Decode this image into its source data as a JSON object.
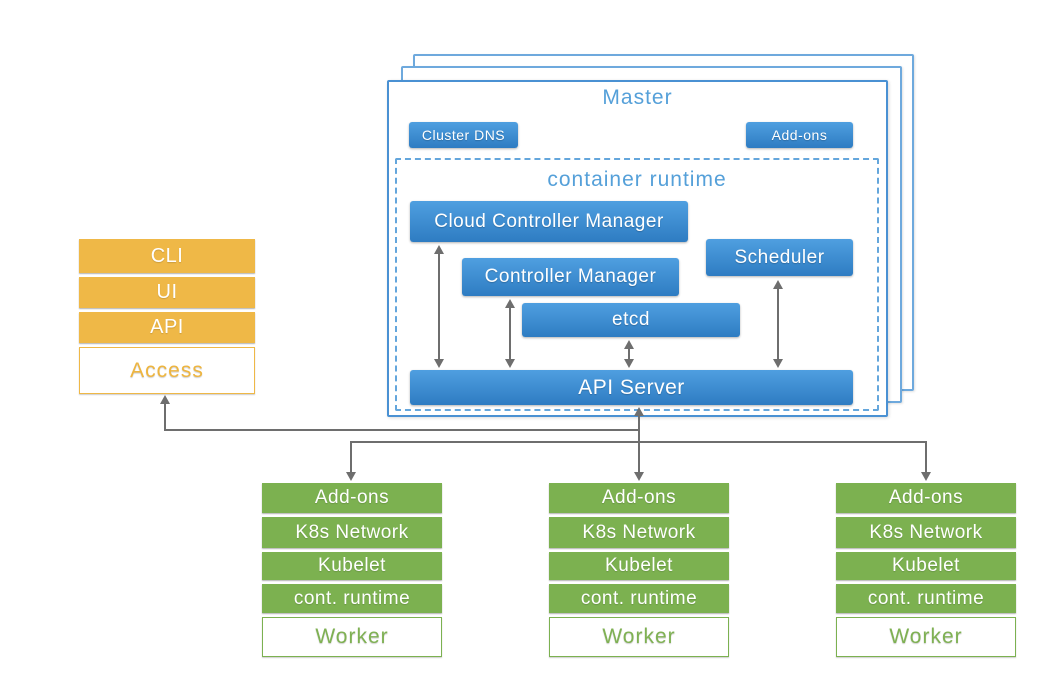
{
  "master": {
    "title": "Master",
    "cluster_dns": "Cluster DNS",
    "addons": "Add-ons",
    "container_runtime_title": "container runtime",
    "components": {
      "cloud_controller_manager": "Cloud Controller Manager",
      "controller_manager": "Controller Manager",
      "scheduler": "Scheduler",
      "etcd": "etcd",
      "api_server": "API Server"
    }
  },
  "access": {
    "rows": [
      "CLI",
      "UI",
      "API"
    ],
    "label": "Access"
  },
  "workers": {
    "count": 3,
    "rows": [
      "Add-ons",
      "K8s Network",
      "Kubelet",
      "cont. runtime"
    ],
    "label": "Worker"
  },
  "colors": {
    "blue_top": "#4f9fe0",
    "blue_bottom": "#2e7cc2",
    "blue_border": "#4a91d3",
    "blue_title": "#55a0d9",
    "orange": "#efb847",
    "green": "#7cb150",
    "arrow_gray": "#6e6e6e"
  }
}
